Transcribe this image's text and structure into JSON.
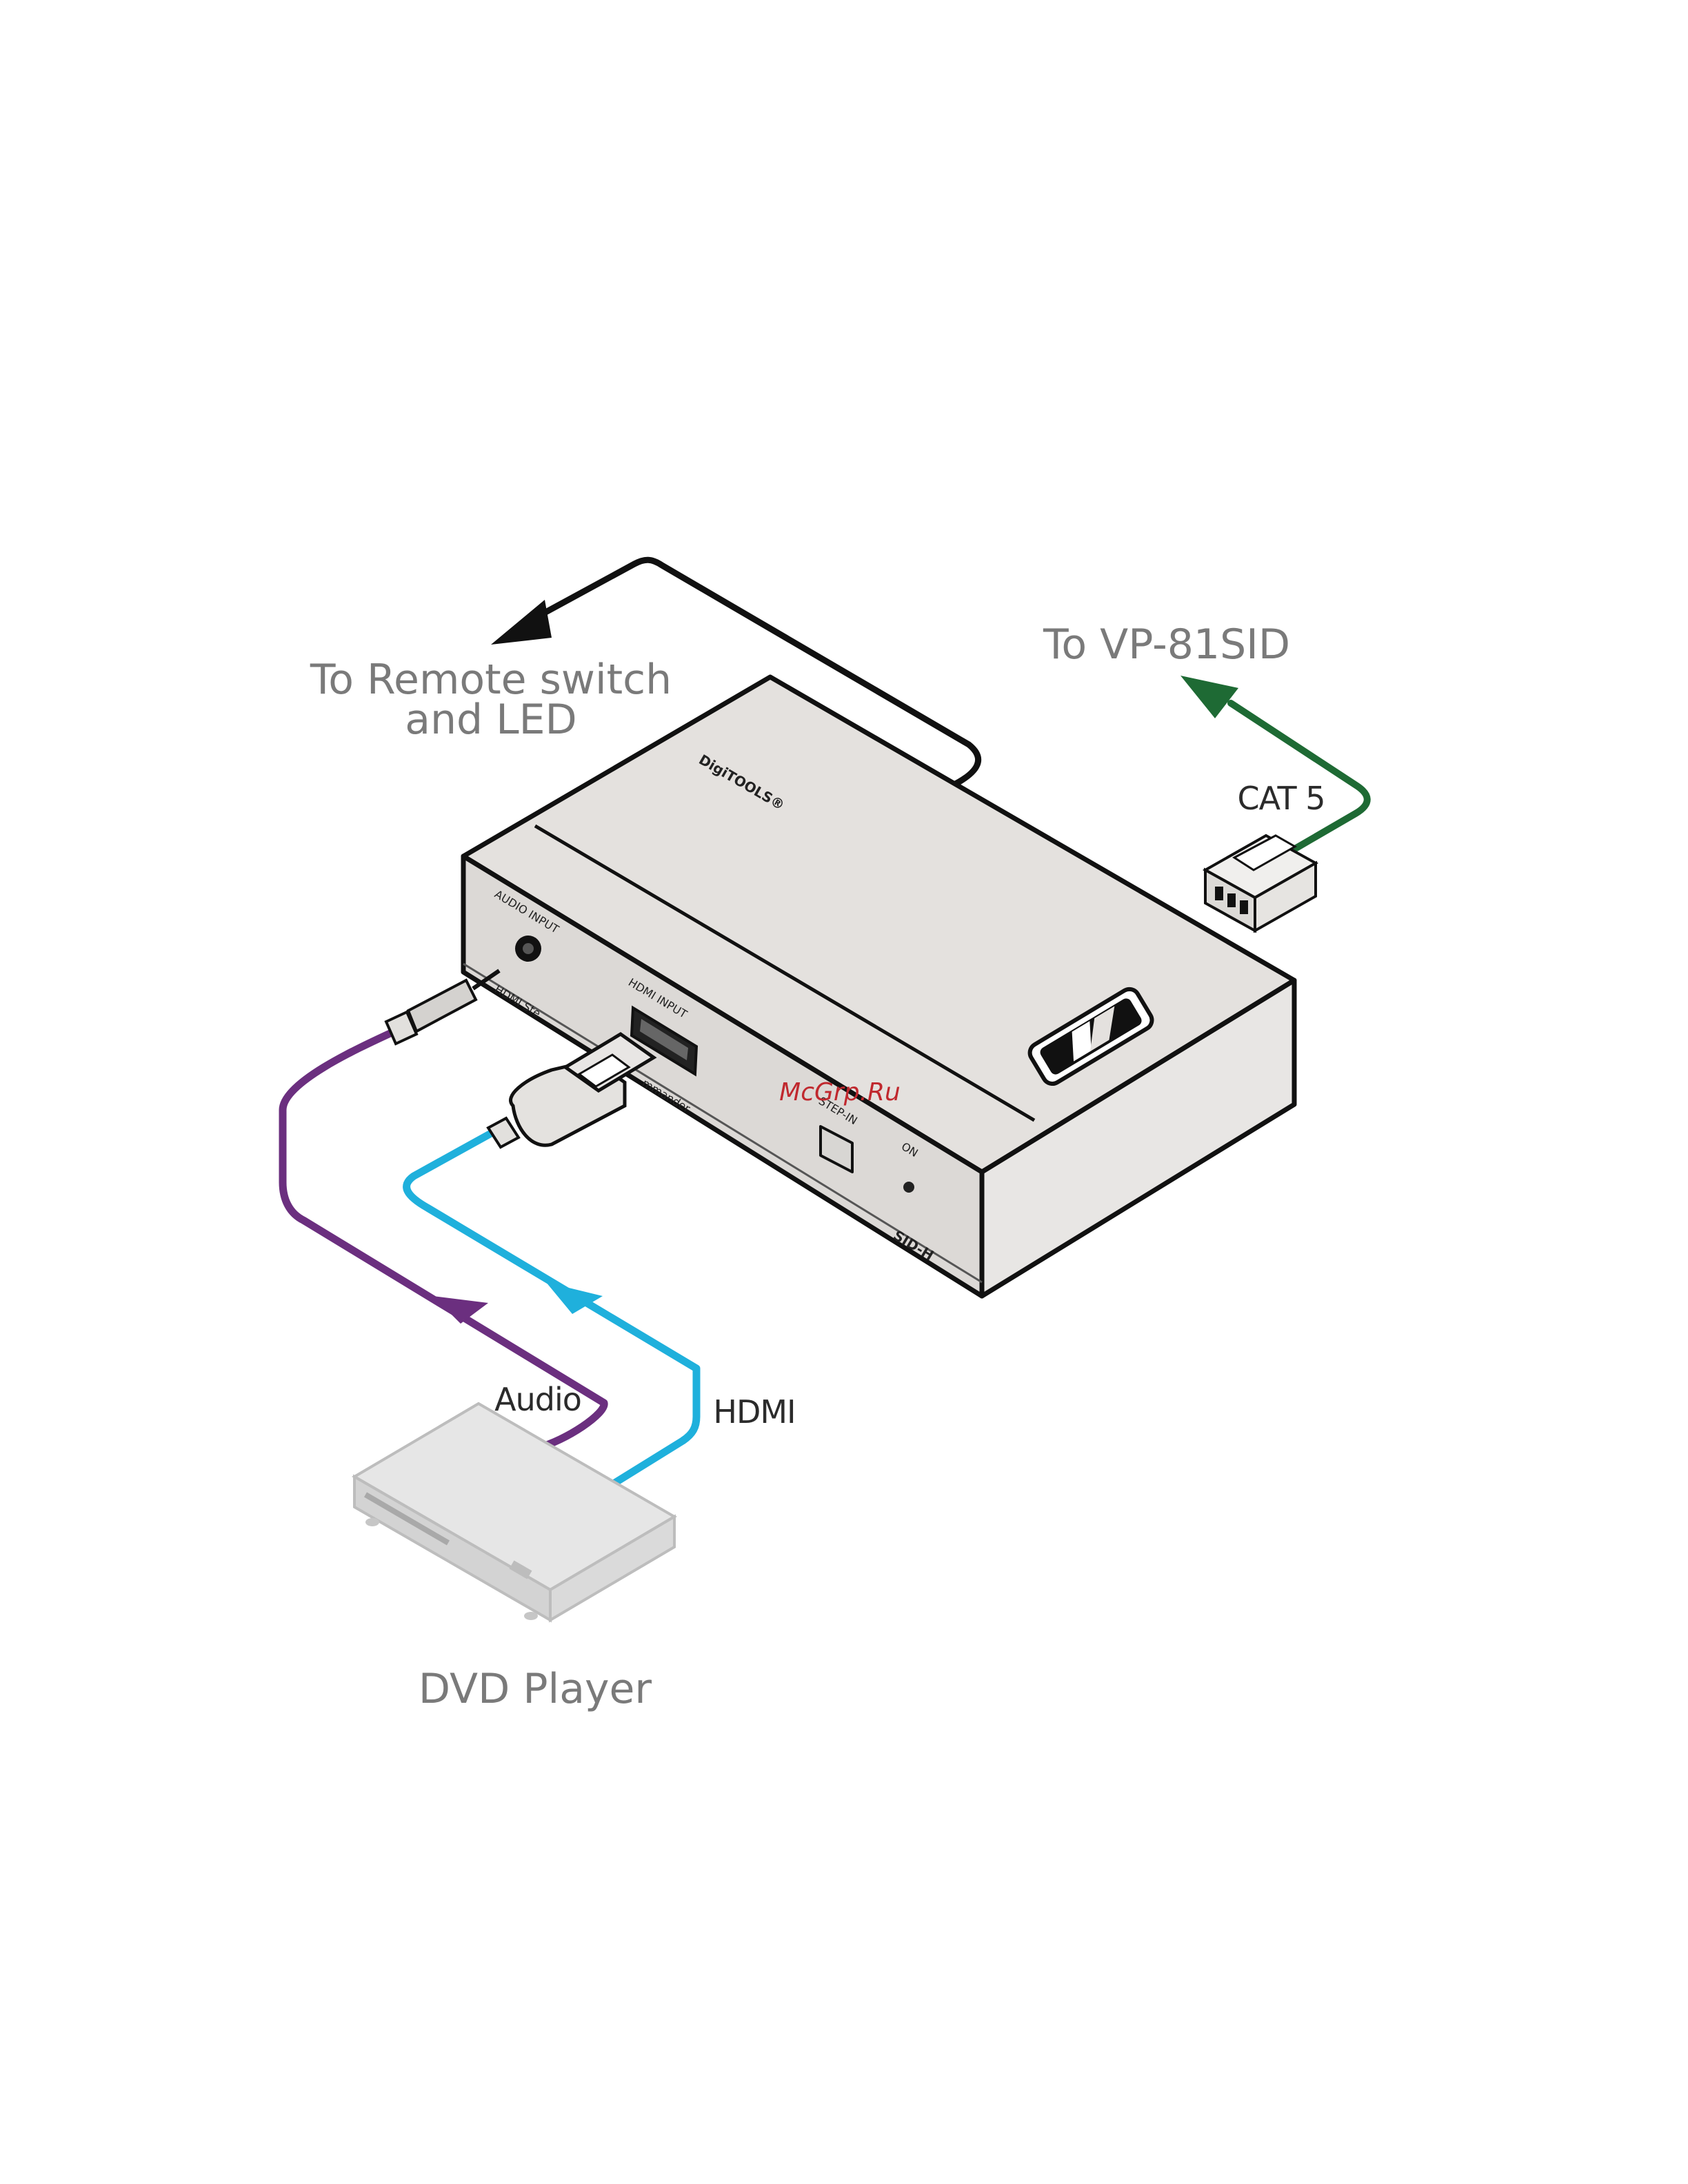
{
  "labels": {
    "remote_line1": "To Remote switch",
    "remote_line2": "and LED",
    "vp": "To VP-81SID",
    "cat5": "CAT 5",
    "audio": "Audio",
    "hdmi": "HDMI",
    "dvd": "DVD Player"
  },
  "device": {
    "brand": "DigiTOOLS®",
    "audio_input": "AUDIO INPUT",
    "hdmi_input": "HDMI INPUT",
    "step_in": "STEP-IN",
    "on": "ON",
    "side_text_1": "HDMI Ste",
    "side_text_2": "mmander",
    "model": "SID-H",
    "logo_text": "KRAMER"
  },
  "watermark": "McGrp.Ru",
  "colors": {
    "audio_cable": "#6b2f7f",
    "hdmi_cable": "#1fb0dc",
    "cat5_cable": "#1e6a34",
    "remote_cable": "#111111",
    "label_gray": "#7a7a7a",
    "watermark": "#c0282e"
  }
}
